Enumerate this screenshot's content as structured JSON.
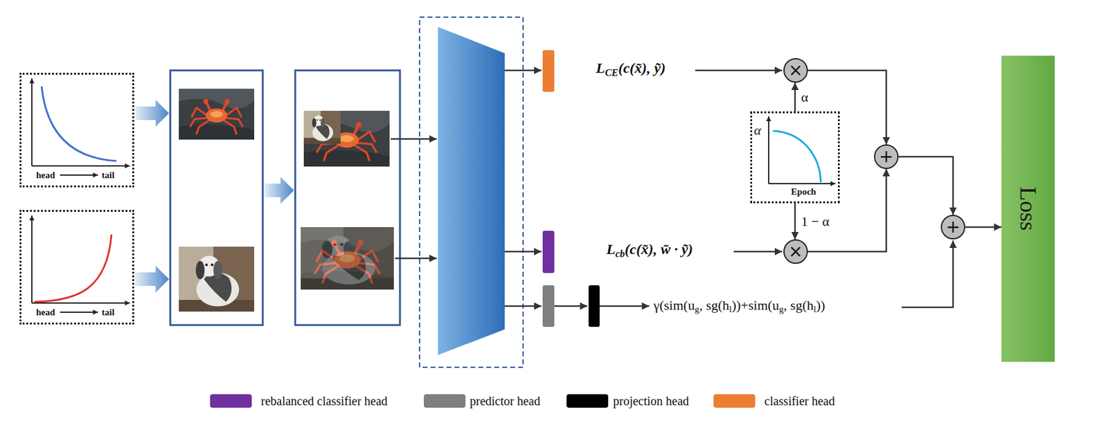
{
  "diagram": {
    "nodes": [
      {
        "text": [
          "head",
          "tail"
        ]
      },
      {
        "text": [
          "head",
          "tail"
        ]
      },
      {
        "text": [
          "×"
        ]
      },
      {
        "text": [
          "α",
          "Epoch"
        ]
      },
      {
        "text": [
          "×"
        ]
      },
      {
        "text": [
          "+"
        ]
      },
      {
        "text": [
          "+"
        ]
      },
      {
        "text": [
          "Loss"
        ]
      }
    ],
    "edges": [
      {
        "from": 3,
        "to": 2,
        "label": "α",
        "arrow": "to"
      },
      {
        "from": 3,
        "to": 4,
        "label": "1 − α",
        "arrow": "to"
      },
      {
        "from": 2,
        "to": 5,
        "arrow": "to"
      },
      {
        "from": 4,
        "to": 5,
        "arrow": "to"
      },
      {
        "from": 5,
        "to": 6,
        "arrow": "to"
      },
      {
        "from": 6,
        "to": 7,
        "arrow": "to"
      }
    ],
    "labels": [
      "L",
      "CE",
      "(c(x̃), ỹ)",
      "L",
      "cb",
      "(c(x̃), w̃ · ỹ)",
      "γ(sim(u",
      "g",
      ", sg(h",
      "l",
      "))+sim(u",
      "g",
      ", sg(h",
      "l",
      "))"
    ],
    "legend": [
      {
        "text": "rebalanced classifier head",
        "color": "#7030a0"
      },
      {
        "text": "predictor head",
        "color": "#7f7f7f"
      },
      {
        "text": "projection head",
        "color": "#000000"
      },
      {
        "text": "classifier head",
        "color": "#ed7d31"
      }
    ]
  }
}
